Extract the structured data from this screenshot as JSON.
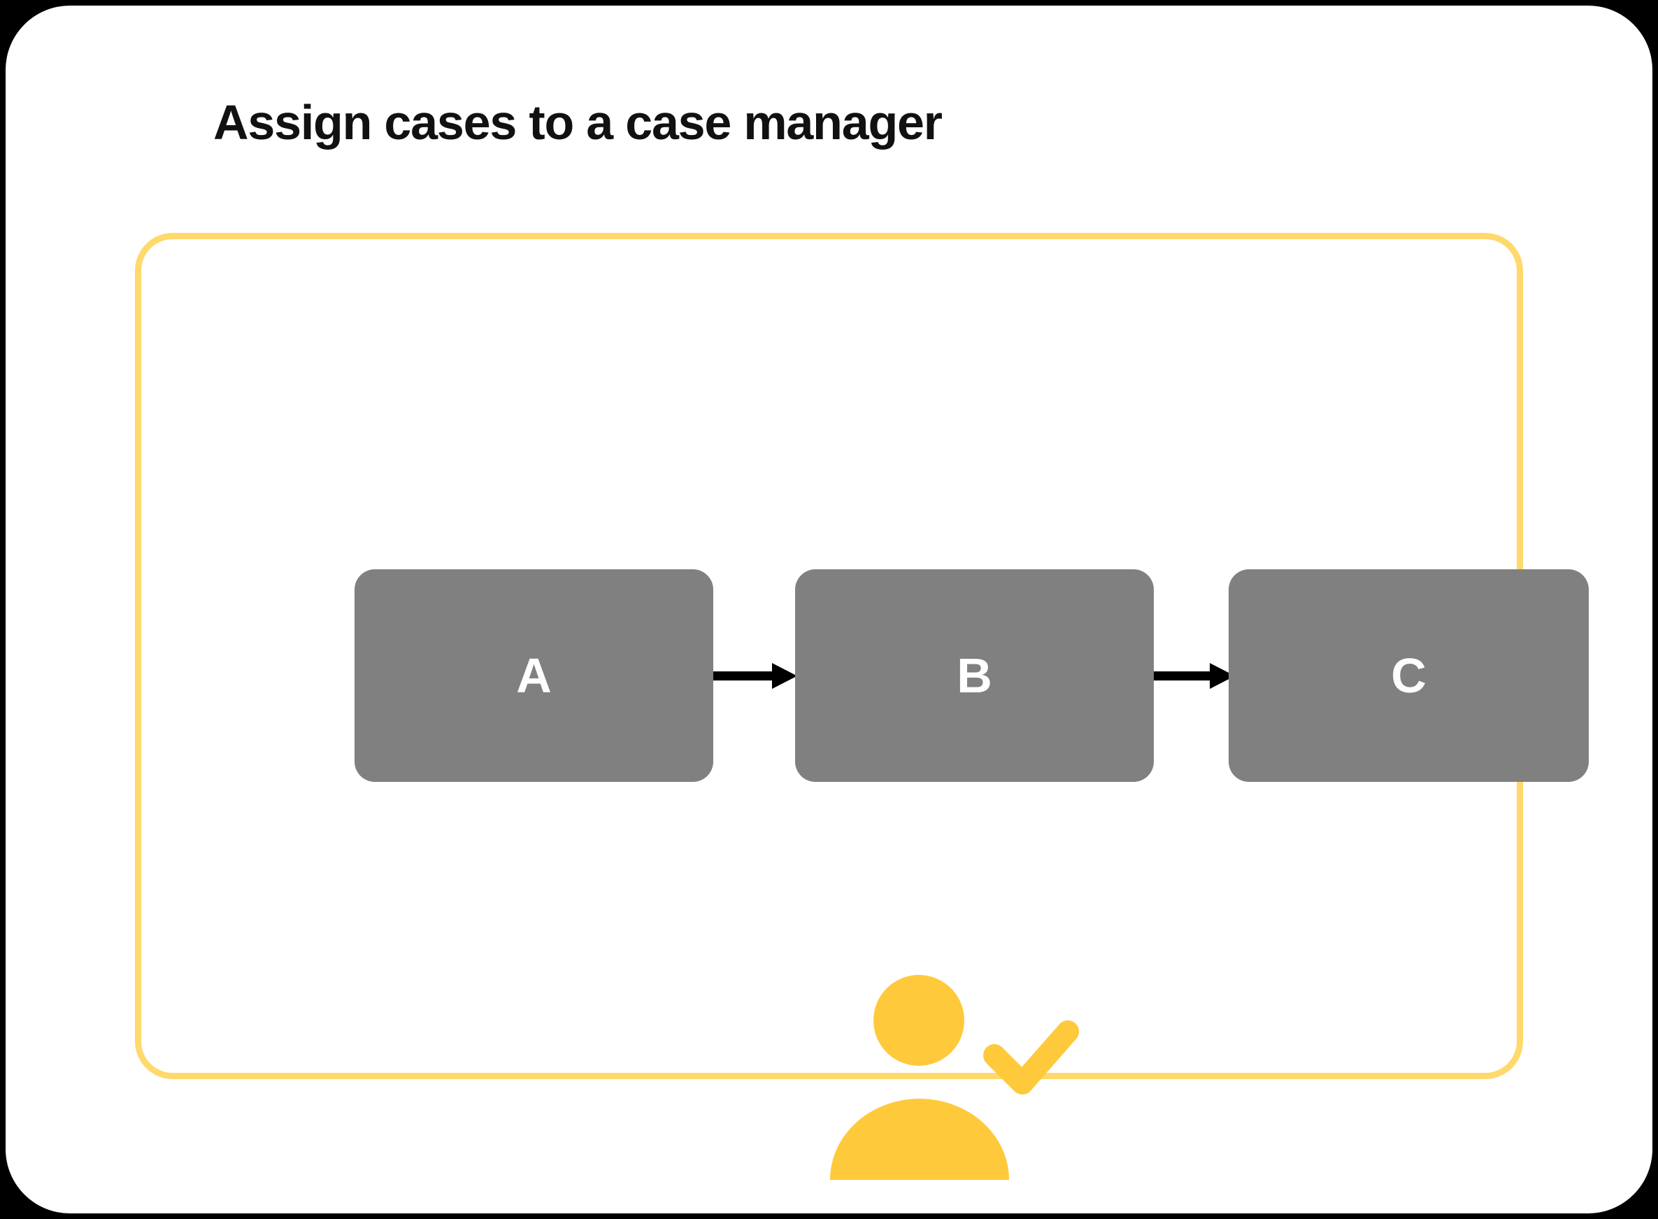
{
  "page": {
    "background_color": "#000000",
    "card_background": "#FFFFFF"
  },
  "header": {
    "title": "Assign cases to a case manager"
  },
  "panel": {
    "border_color": "#FFD96B"
  },
  "diagram": {
    "type": "flow",
    "node_fill": "#808080",
    "node_text_color": "#FFFFFF",
    "connector_color": "#000000",
    "nodes": [
      {
        "id": "a",
        "label": "A"
      },
      {
        "id": "b",
        "label": "B"
      },
      {
        "id": "c",
        "label": "C"
      }
    ],
    "connectors": [
      {
        "id": "ab",
        "from": "A",
        "to": "B",
        "style": "arrow-right"
      },
      {
        "id": "bc",
        "from": "B",
        "to": "C",
        "style": "arrow-right"
      }
    ]
  },
  "icon": {
    "name": "person-check-icon",
    "color": "#FFC93C"
  }
}
